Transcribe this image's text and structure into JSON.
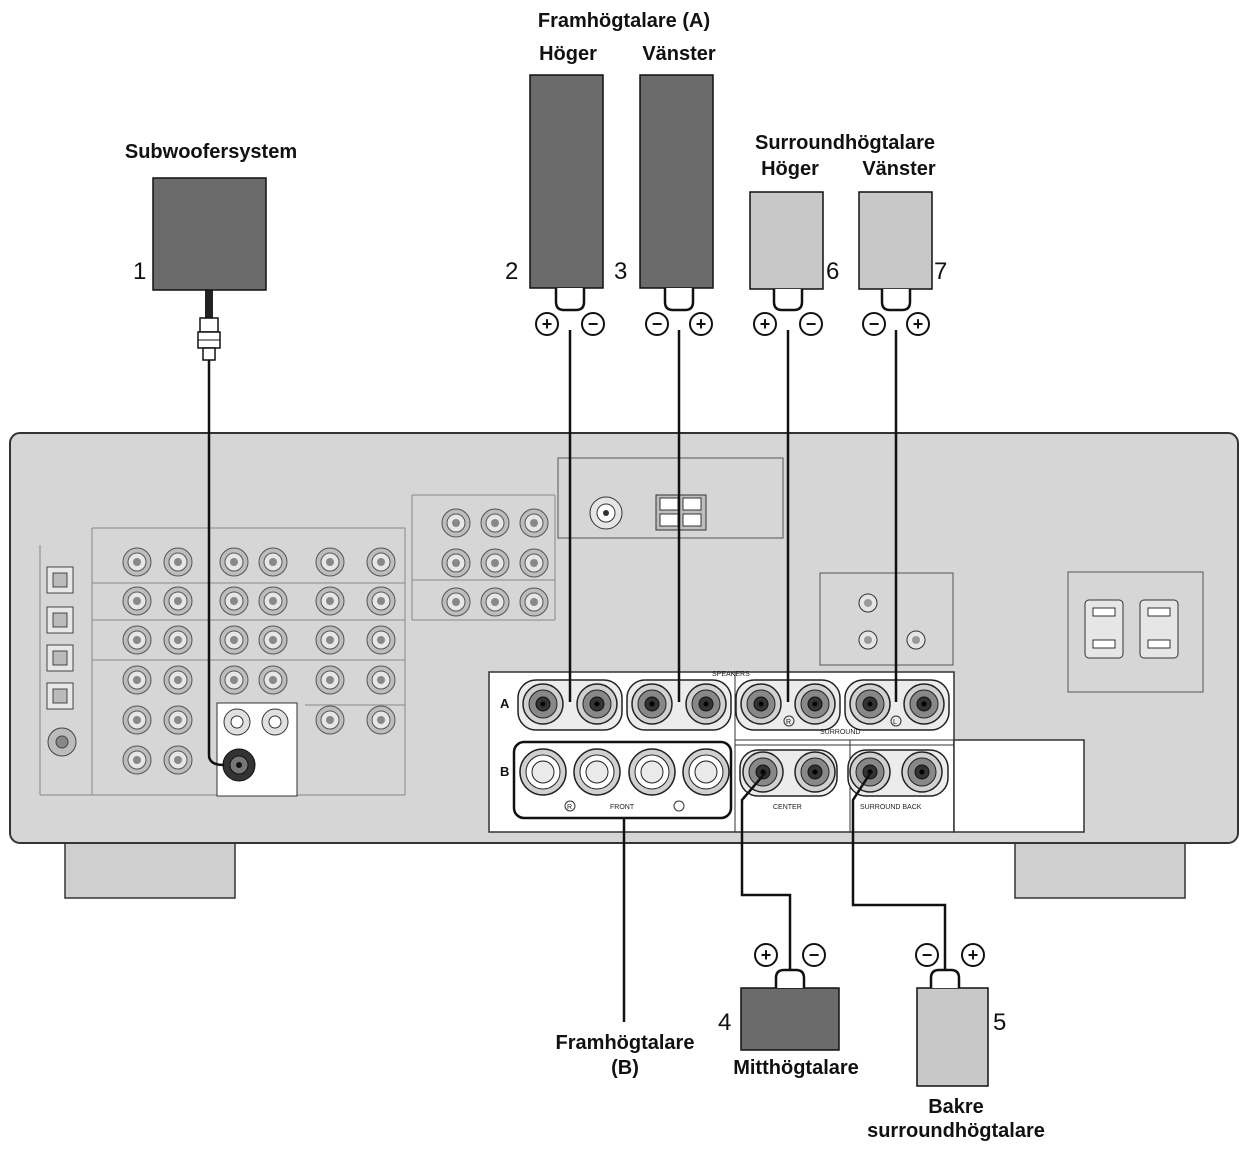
{
  "labels": {
    "front_a": "Framhögtalare (A)",
    "front_right": "Höger",
    "front_left": "Vänster",
    "surround_title": "Surroundhögtalare",
    "surround_right": "Höger",
    "surround_left": "Vänster",
    "subwoofer": "Subwoofersystem",
    "front_b_line1": "Framhögtalare",
    "front_b_line2": "(B)",
    "center": "Mitthögtalare",
    "surround_back_line1": "Bakre",
    "surround_back_line2": "surroundhögtalare"
  },
  "numbers": {
    "subwoofer": "1",
    "front_right": "2",
    "front_left": "3",
    "center": "4",
    "surround_back": "5",
    "surround_right": "6",
    "surround_left": "7"
  },
  "polarity": {
    "plus": "+",
    "minus": "−"
  },
  "panel": {
    "speakers": "SPEAKERS",
    "row_a": "A",
    "row_b": "B",
    "surround": "SURROUND",
    "front": "FRONT",
    "center": "CENTER",
    "surround_back": "SURROUND BACK",
    "right_mark": "R",
    "left_mark": "L"
  },
  "colors": {
    "receiver_body": "#d6d6d6",
    "dark_speaker": "#6b6b6b",
    "light_speaker": "#c8c8c8",
    "cable": "#111111"
  }
}
